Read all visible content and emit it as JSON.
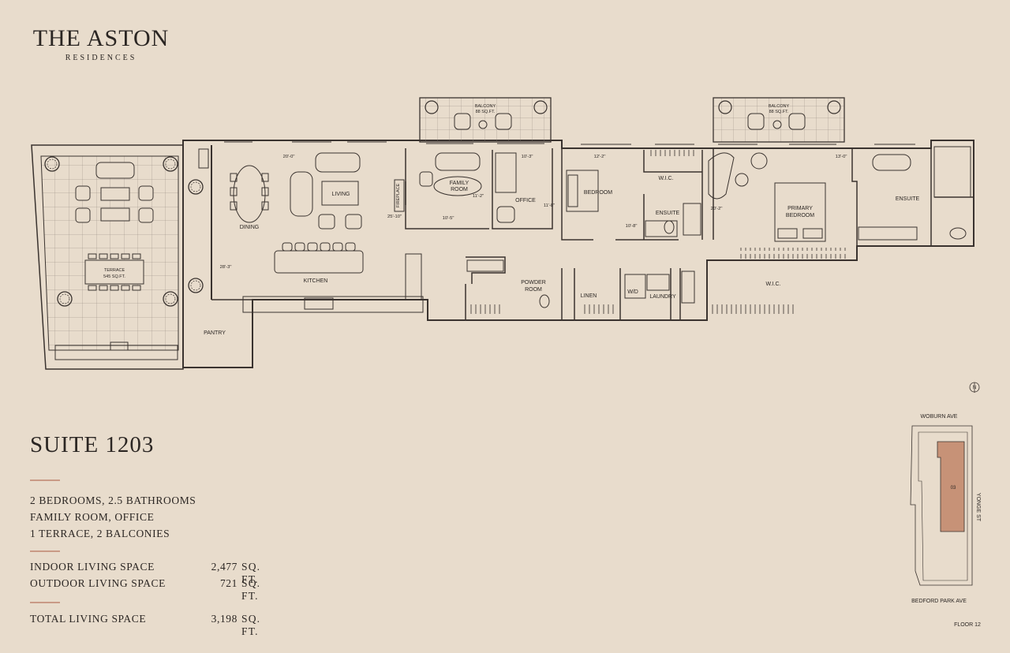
{
  "brand": {
    "title": "THE ASTON",
    "subtitle": "RESIDENCES"
  },
  "suite": {
    "title": "SUITE 1203",
    "features": [
      "2 BEDROOMS, 2.5 BATHROOMS",
      "FAMILY ROOM, OFFICE",
      "1 TERRACE, 2 BALCONIES"
    ],
    "areas": [
      {
        "label": "INDOOR LIVING SPACE",
        "value": "2,477",
        "unit": "SQ. FT."
      },
      {
        "label": "OUTDOOR LIVING SPACE",
        "value": "721",
        "unit": "SQ. FT."
      }
    ],
    "total": {
      "label": "TOTAL LIVING SPACE",
      "value": "3,198",
      "unit": "SQ. FT."
    }
  },
  "plan": {
    "rooms": {
      "terrace": "TERRACE",
      "terrace_area": "545 SQ.FT.",
      "balcony1": "BALCONY",
      "balcony1_area": "88 SQ.FT.",
      "balcony2": "BALCONY",
      "balcony2_area": "88 SQ.FT.",
      "dining": "DINING",
      "living": "LIVING",
      "kitchen": "KITCHEN",
      "pantry": "PANTRY",
      "fireplace": "FIREPLACE",
      "family_1": "FAMILY",
      "family_2": "ROOM",
      "office": "OFFICE",
      "bedroom": "BEDROOM",
      "wic1": "W.I.C.",
      "ensuite1": "ENSUITE",
      "primary_1": "PRIMARY",
      "primary_2": "BEDROOM",
      "ensuite2": "ENSUITE",
      "wic2": "W.I.C.",
      "powder_1": "POWDER",
      "powder_2": "ROOM",
      "linen": "LINEN",
      "wd": "W/D",
      "laundry": "LAUNDRY"
    },
    "dims": {
      "d_living_w": "20'-0\"",
      "d_terrace_d": "28'-3\"",
      "d_family_w": "10'-5\"",
      "d_family_d": "11'-2\"",
      "d_office_w": "10'-3\"",
      "d_office_d": "11'-8\"",
      "d_living_d": "25'-10\"",
      "d_bed_w": "12'-2\"",
      "d_bed_d": "10'-8\"",
      "d_primary_d": "20'-2\"",
      "d_primary_w": "13'-0\""
    }
  },
  "keyplan": {
    "north": "N",
    "street_top": "WOBURN AVE",
    "street_right": "YONGE ST",
    "street_bottom": "BEDFORD PARK AVE",
    "unit": "03",
    "floor": "FLOOR 12"
  }
}
